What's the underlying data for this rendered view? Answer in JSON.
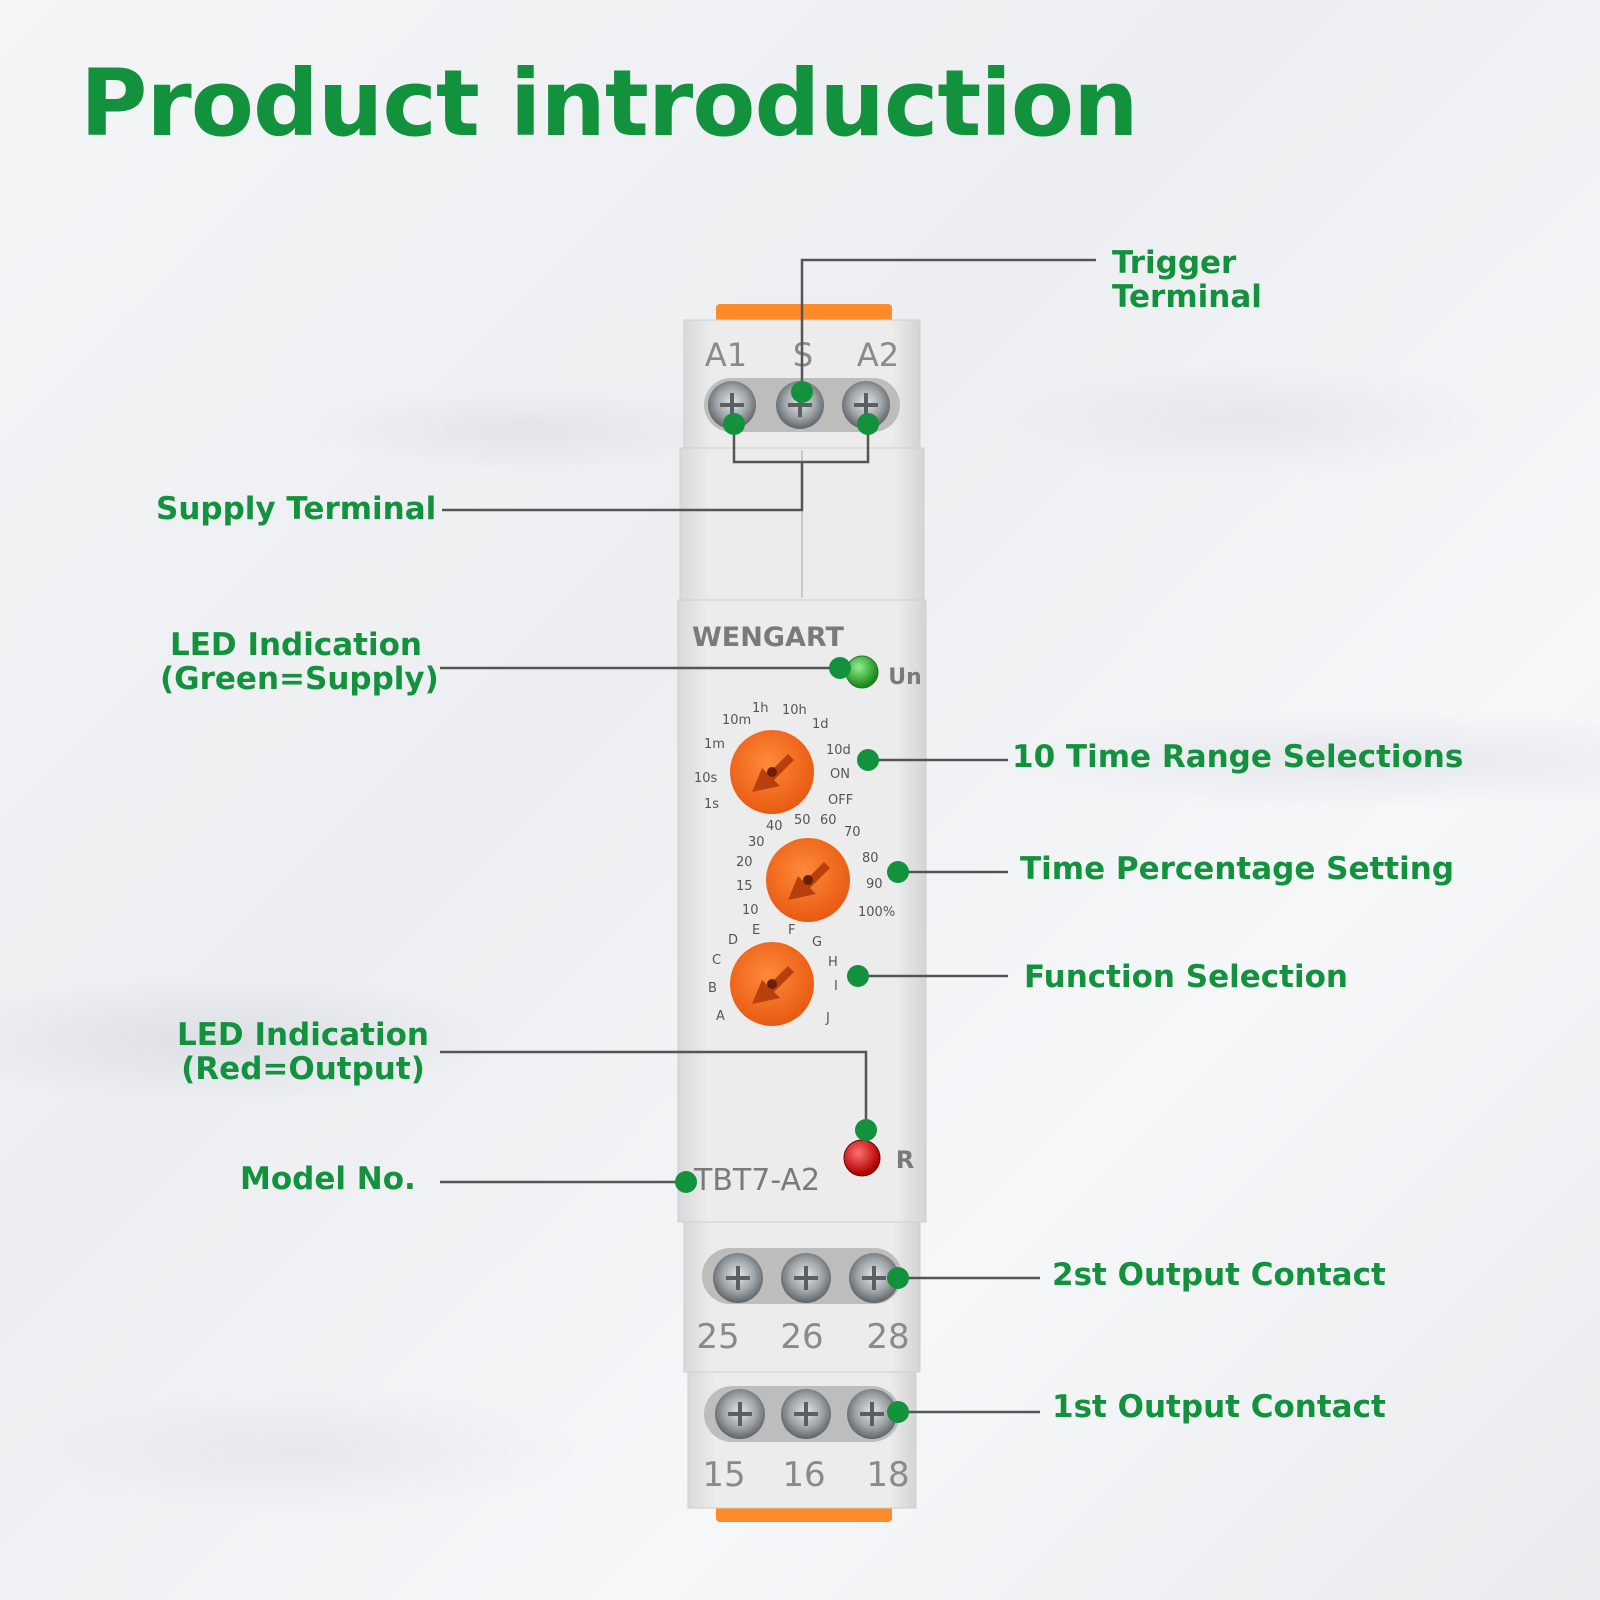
{
  "title": "Product introduction",
  "device": {
    "brand": "WENGART",
    "model": "TBT7-A2",
    "top_terminals": [
      "A1",
      "S",
      "A2"
    ],
    "led_green_label": "Un",
    "led_red_label": "R",
    "contacts_upper": [
      "25",
      "26",
      "28"
    ],
    "contacts_lower": [
      "15",
      "16",
      "18"
    ],
    "dial_time_range": [
      "1s",
      "10s",
      "1m",
      "10m",
      "1h",
      "10h",
      "1d",
      "10d",
      "ON",
      "OFF"
    ],
    "dial_percentage": [
      "10",
      "15",
      "20",
      "30",
      "40",
      "50",
      "60",
      "70",
      "80",
      "90",
      "100%"
    ],
    "dial_function": [
      "A",
      "B",
      "C",
      "D",
      "E",
      "F",
      "G",
      "H",
      "I",
      "J"
    ]
  },
  "labels": {
    "trigger_line1": "Trigger",
    "trigger_line2": "Terminal",
    "supply": "Supply Terminal",
    "led_green_line1": "LED Indication",
    "led_green_line2": "(Green=Supply)",
    "time_range": "10 Time Range Selections",
    "time_percentage": "Time Percentage Setting",
    "function": "Function Selection",
    "led_red_line1": "LED Indication",
    "led_red_line2": "(Red=Output)",
    "model": "Model No.",
    "output2": "2st Output Contact",
    "output1": "1st Output Contact"
  },
  "colors": {
    "accent_green": "#12923c",
    "knob_orange": "#f46a1e",
    "end_cap_orange": "#ff8a2a",
    "body": "#e8e8e8",
    "led_green": "#2fb82f",
    "led_red": "#e01515"
  }
}
